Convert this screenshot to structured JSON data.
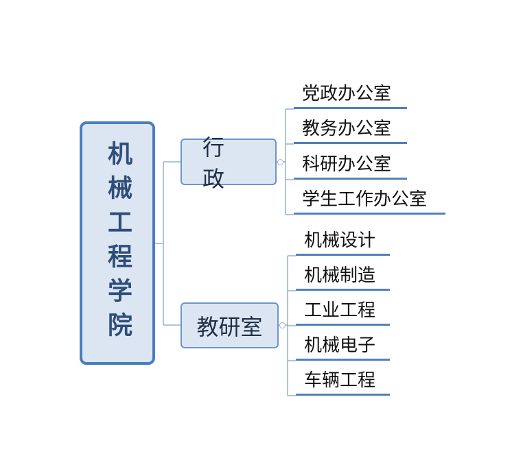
{
  "root": {
    "label": "机械工程学院"
  },
  "branches": [
    {
      "label": "行 政",
      "children": [
        "党政办公室",
        "教务办公室",
        "科研办公室",
        "学生工作办公室"
      ]
    },
    {
      "label": "教研室",
      "children": [
        "机械设计",
        "机械制造",
        "工业工程",
        "机械电子",
        "车辆工程"
      ]
    }
  ],
  "colors": {
    "node_fill": "#dce6f2",
    "border": "#4a7ebb",
    "connector": "#7fa3cf",
    "underline": "#4f81bd"
  }
}
